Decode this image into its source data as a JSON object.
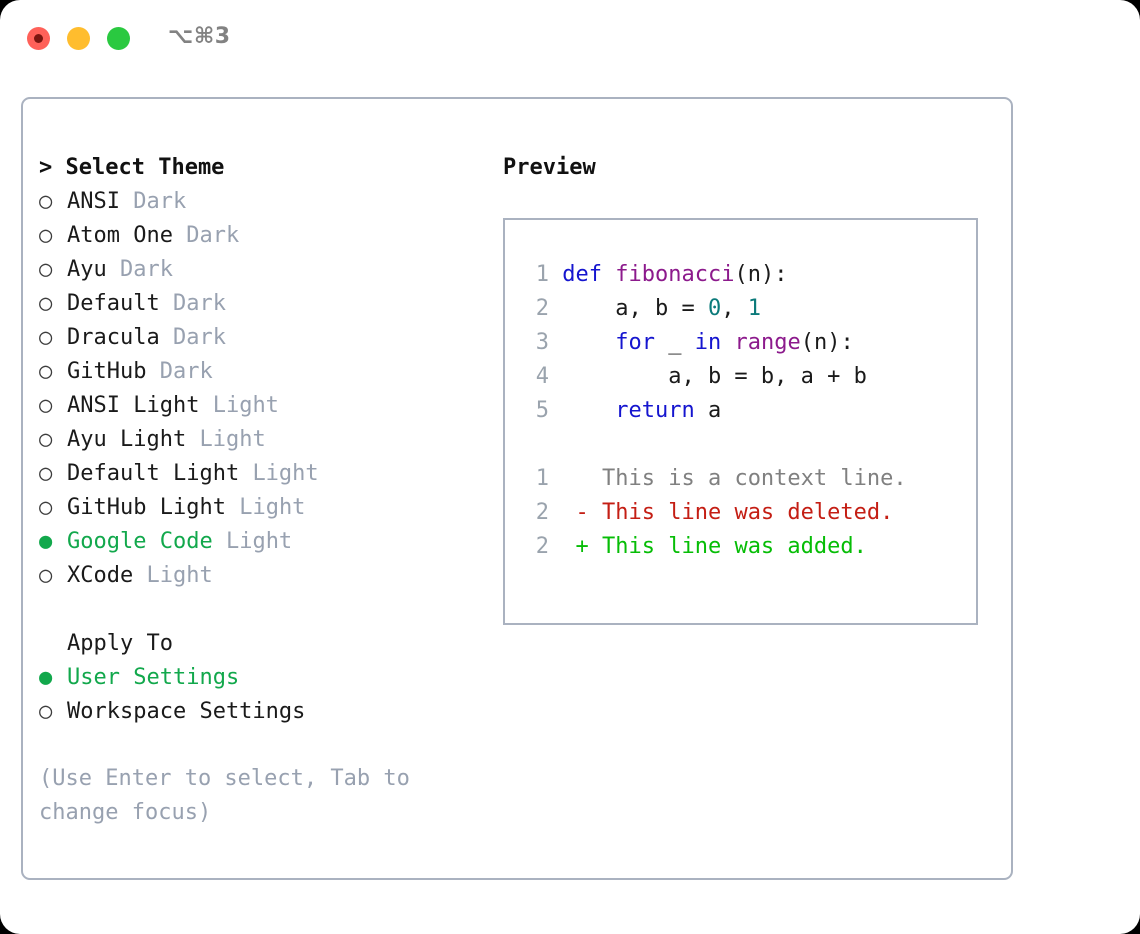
{
  "titlebar": {
    "shortcut": "⌥⌘3",
    "buttons": [
      {
        "name": "close",
        "color": "#ff6159"
      },
      {
        "name": "minimize",
        "color": "#ffbd2e"
      },
      {
        "name": "zoom",
        "color": "#2ac940"
      }
    ]
  },
  "theme_picker": {
    "header": "> Select Theme",
    "options": [
      {
        "bullet": "○",
        "selected": false,
        "label": "ANSI",
        "kind": "Dark"
      },
      {
        "bullet": "○",
        "selected": false,
        "label": "Atom One",
        "kind": "Dark"
      },
      {
        "bullet": "○",
        "selected": false,
        "label": "Ayu",
        "kind": "Dark"
      },
      {
        "bullet": "○",
        "selected": false,
        "label": "Default",
        "kind": "Dark"
      },
      {
        "bullet": "○",
        "selected": false,
        "label": "Dracula",
        "kind": "Dark"
      },
      {
        "bullet": "○",
        "selected": false,
        "label": "GitHub",
        "kind": "Dark"
      },
      {
        "bullet": "○",
        "selected": false,
        "label": "ANSI Light",
        "kind": "Light"
      },
      {
        "bullet": "○",
        "selected": false,
        "label": "Ayu Light",
        "kind": "Light"
      },
      {
        "bullet": "○",
        "selected": false,
        "label": "Default Light",
        "kind": "Light"
      },
      {
        "bullet": "○",
        "selected": false,
        "label": "GitHub Light",
        "kind": "Light"
      },
      {
        "bullet": "●",
        "selected": true,
        "label": "Google Code",
        "kind": "Light"
      },
      {
        "bullet": "○",
        "selected": false,
        "label": "XCode",
        "kind": "Light"
      }
    ]
  },
  "apply_to": {
    "header": "Apply To",
    "options": [
      {
        "bullet": "●",
        "selected": true,
        "label": "User Settings"
      },
      {
        "bullet": "○",
        "selected": false,
        "label": "Workspace Settings"
      }
    ]
  },
  "hint": "(Use Enter to select, Tab to change focus)",
  "preview": {
    "title": "Preview",
    "code_lines": [
      {
        "num": "1",
        "tokens": [
          {
            "t": "def ",
            "c": "kw"
          },
          {
            "t": "fibonacci",
            "c": "fn"
          },
          {
            "t": "(n):",
            "c": "pl"
          }
        ]
      },
      {
        "num": "2",
        "tokens": [
          {
            "t": "    a, b = ",
            "c": "pl"
          },
          {
            "t": "0",
            "c": "num"
          },
          {
            "t": ", ",
            "c": "pl"
          },
          {
            "t": "1",
            "c": "num"
          }
        ]
      },
      {
        "num": "3",
        "tokens": [
          {
            "t": "    ",
            "c": "pl"
          },
          {
            "t": "for",
            "c": "kw"
          },
          {
            "t": " _ ",
            "c": "pl"
          },
          {
            "t": "in",
            "c": "kw"
          },
          {
            "t": " ",
            "c": "pl"
          },
          {
            "t": "range",
            "c": "fn"
          },
          {
            "t": "(n):",
            "c": "pl"
          }
        ]
      },
      {
        "num": "4",
        "tokens": [
          {
            "t": "        a, b = b, a + b",
            "c": "pl"
          }
        ]
      },
      {
        "num": "5",
        "tokens": [
          {
            "t": "    ",
            "c": "pl"
          },
          {
            "t": "return",
            "c": "kw"
          },
          {
            "t": " a",
            "c": "pl"
          }
        ]
      }
    ],
    "diff_lines": [
      {
        "num": "1",
        "marker": " ",
        "text": " This is a context line.",
        "c": "ctx"
      },
      {
        "num": "2",
        "marker": "-",
        "text": " This line was deleted.",
        "c": "del"
      },
      {
        "num": "2",
        "marker": "+",
        "text": " This line was added.",
        "c": "add"
      }
    ]
  },
  "colors": {
    "accent_green": "#12a84c",
    "muted": "#98a1b0",
    "border": "#aab2c0",
    "keyword": "#1515cf",
    "function": "#8c1a8c",
    "number": "#0b7a7a",
    "diff_added": "#06bd06",
    "diff_deleted": "#c41e14",
    "diff_context": "#808080"
  }
}
